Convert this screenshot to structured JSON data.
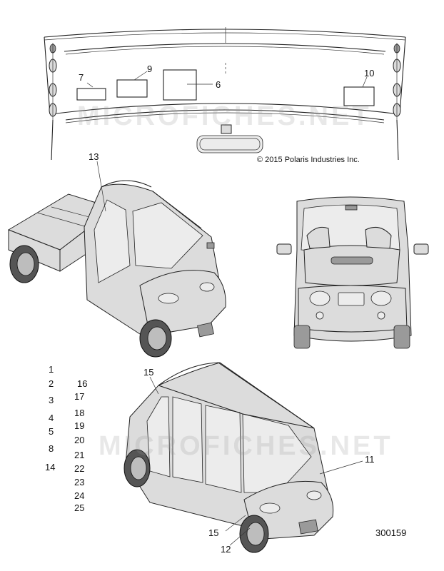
{
  "watermark": "MICROFICHES.NET",
  "copyright": "© 2015 Polaris Industries Inc.",
  "ref_number": "300159",
  "callouts": {
    "c7": "7",
    "c9": "9",
    "c6": "6",
    "c10": "10",
    "c13": "13",
    "c15a": "15",
    "c11": "11",
    "c15b": "15",
    "c12": "12"
  },
  "legend_left": [
    "1",
    "2",
    "3",
    "4",
    "5",
    "8",
    "14"
  ],
  "legend_right": [
    "16",
    "17",
    "18",
    "19",
    "20",
    "21",
    "22",
    "23",
    "24",
    "25"
  ]
}
